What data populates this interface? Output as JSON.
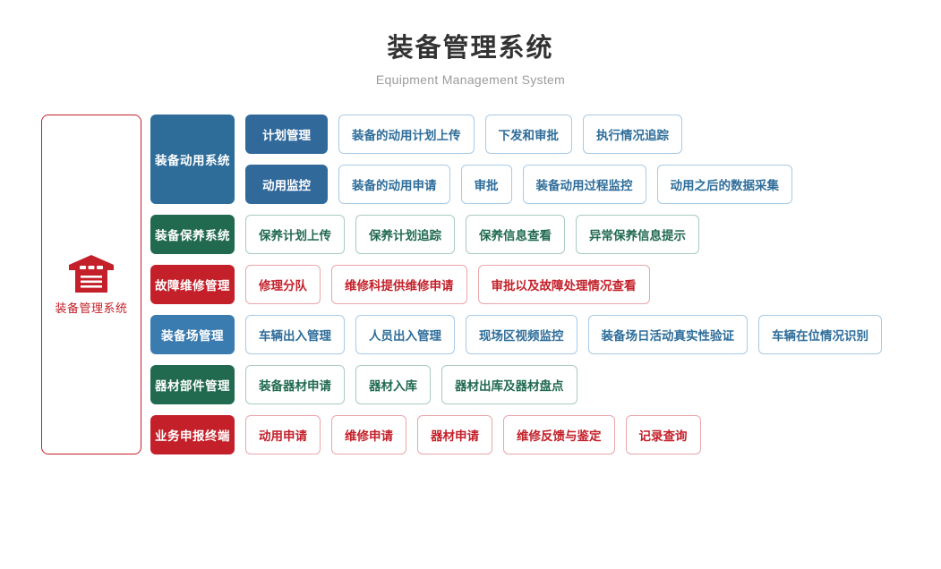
{
  "header": {
    "title": "装备管理系统",
    "subtitle": "Equipment Management System"
  },
  "colors": {
    "blue_dark": "#2e6d9a",
    "blue_light": "#3b7cb0",
    "green": "#216a50",
    "red": "#c4202a",
    "leaf_blue_border": "#a9cae4",
    "leaf_green_border": "#a9cbbd",
    "leaf_red_border": "#eaa6ab",
    "title_gray": "#333333",
    "subtitle_gray": "#9b9b9b"
  },
  "root": {
    "label": "装备管理系统",
    "icon": "warehouse-icon"
  },
  "rows": [
    {
      "category": "装备动用系统",
      "theme": "blue",
      "lines": [
        {
          "subcategory": "计划管理",
          "leaves": [
            "装备的动用计划上传",
            "下发和审批",
            "执行情况追踪"
          ]
        },
        {
          "subcategory": "动用监控",
          "leaves": [
            "装备的动用申请",
            "审批",
            "装备动用过程监控",
            "动用之后的数据采集"
          ]
        }
      ]
    },
    {
      "category": "装备保养系统",
      "theme": "green",
      "lines": [
        {
          "subcategory": null,
          "leaves": [
            "保养计划上传",
            "保养计划追踪",
            "保养信息查看",
            "异常保养信息提示"
          ]
        }
      ]
    },
    {
      "category": "故障维修管理",
      "theme": "red",
      "lines": [
        {
          "subcategory": null,
          "leaves": [
            "修理分队",
            "维修科提供维修申请",
            "审批以及故障处理情况查看"
          ]
        }
      ]
    },
    {
      "category": "装备场管理",
      "theme": "blue-light",
      "lines": [
        {
          "subcategory": null,
          "leaves": [
            "车辆出入管理",
            "人员出入管理",
            "现场区视频监控",
            "装备场日活动真实性验证",
            "车辆在位情况识别"
          ]
        }
      ]
    },
    {
      "category": "器材部件管理",
      "theme": "green",
      "lines": [
        {
          "subcategory": null,
          "leaves": [
            "装备器材申请",
            "器材入库",
            "器材出库及器材盘点"
          ]
        }
      ]
    },
    {
      "category": "业务申报终端",
      "theme": "red",
      "lines": [
        {
          "subcategory": null,
          "leaves": [
            "动用申请",
            "维修申请",
            "器材申请",
            "维修反馈与鉴定",
            "记录查询"
          ]
        }
      ]
    }
  ]
}
